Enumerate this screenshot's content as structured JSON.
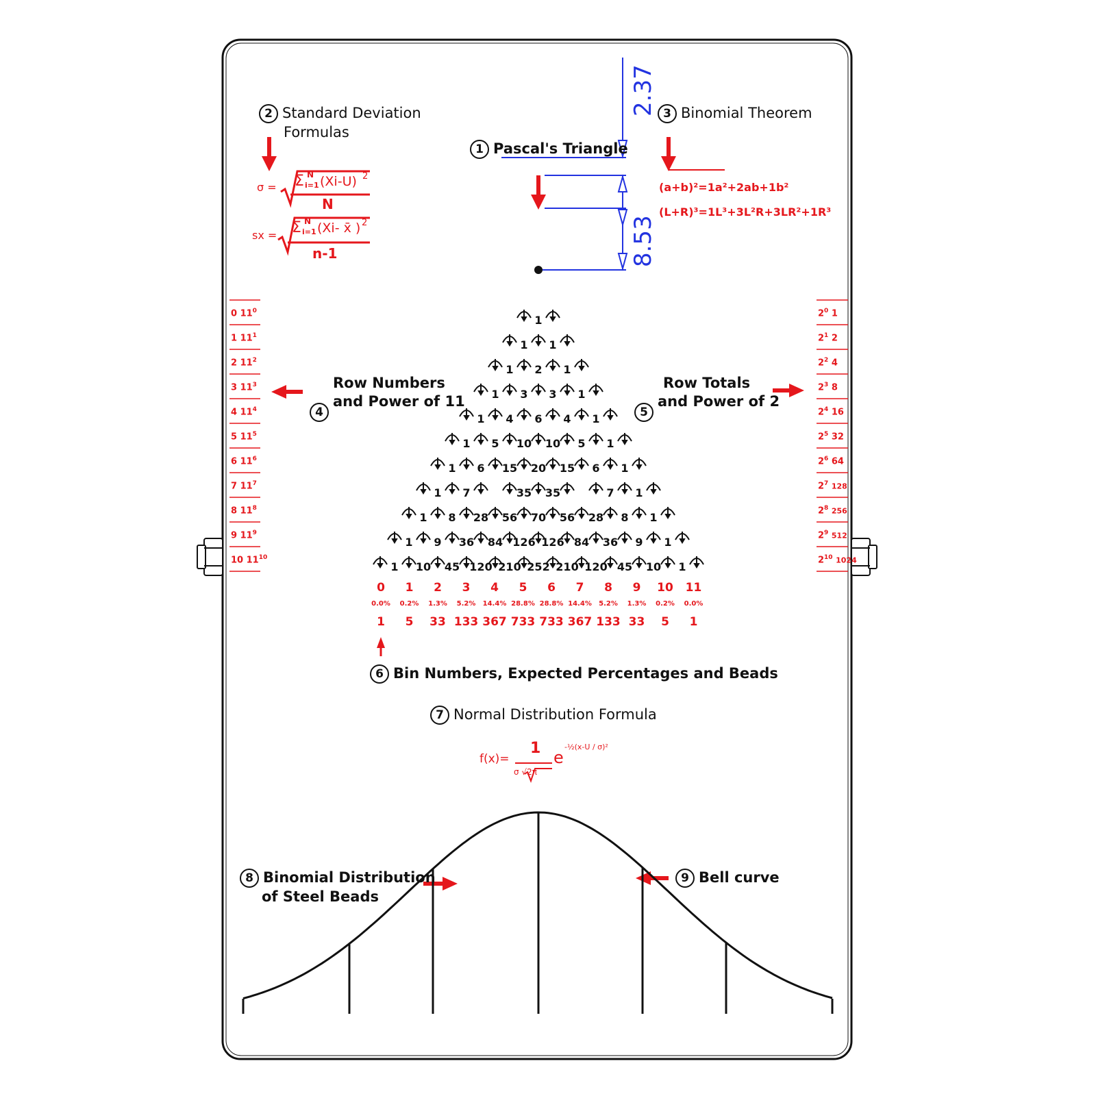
{
  "labels": {
    "pascal": {
      "num": "1",
      "text": "Pascal's Triangle"
    },
    "std_dev": {
      "num": "2",
      "line1": "Standard Deviation",
      "line2": "Formulas"
    },
    "binomial_theorem": {
      "num": "3",
      "text": "Binomial Theorem"
    },
    "row_numbers": {
      "num": "4",
      "line1": "Row Numbers",
      "line2": "and Power of 11"
    },
    "row_totals": {
      "num": "5",
      "line1": "Row Totals",
      "line2": "and Power of 2"
    },
    "bins": {
      "num": "6",
      "text": "Bin Numbers, Expected Percentages and Beads"
    },
    "normal": {
      "num": "7",
      "text": "Normal Distribution Formula"
    },
    "binomial_dist": {
      "num": "8",
      "line1": "Binomial Distribution",
      "line2": "of Steel Beads"
    },
    "bell": {
      "num": "9",
      "text": "Bell curve"
    }
  },
  "dimensions": {
    "top": "2.37",
    "side": "8.53"
  },
  "formulas": {
    "sigma_lhs": "σ =",
    "sigma_num": "Σ",
    "sigma_sup": "N",
    "sigma_sub": "i=1",
    "sigma_body": "(Xi-U)",
    "sigma_exp": "2",
    "sigma_den": "N",
    "sx_lhs": "sx =",
    "sx_body": "(Xi- x̄ )",
    "sx_den": "n-1",
    "binom1": "(a+b)²=1a²+2ab+1b²",
    "binom2": "(L+R)³=1L³+3L²R+3LR²+1R³",
    "normal_lhs": "f(x)=",
    "normal_num": "1",
    "normal_den": "σ √2π",
    "normal_exp": "e",
    "normal_power": "-½(x-U / σ)²"
  },
  "row_numbers": [
    {
      "n": "0",
      "pow": "11",
      "exp": "0"
    },
    {
      "n": "1",
      "pow": "11",
      "exp": "1"
    },
    {
      "n": "2",
      "pow": "11",
      "exp": "2"
    },
    {
      "n": "3",
      "pow": "11",
      "exp": "3"
    },
    {
      "n": "4",
      "pow": "11",
      "exp": "4"
    },
    {
      "n": "5",
      "pow": "11",
      "exp": "5"
    },
    {
      "n": "6",
      "pow": "11",
      "exp": "6"
    },
    {
      "n": "7",
      "pow": "11",
      "exp": "7"
    },
    {
      "n": "8",
      "pow": "11",
      "exp": "8"
    },
    {
      "n": "9",
      "pow": "11",
      "exp": "9"
    },
    {
      "n": "10",
      "pow": "11",
      "exp": "10"
    }
  ],
  "row_totals": [
    {
      "base": "2",
      "exp": "0",
      "total": "1"
    },
    {
      "base": "2",
      "exp": "1",
      "total": "2"
    },
    {
      "base": "2",
      "exp": "2",
      "total": "4"
    },
    {
      "base": "2",
      "exp": "3",
      "total": "8"
    },
    {
      "base": "2",
      "exp": "4",
      "total": "16"
    },
    {
      "base": "2",
      "exp": "5",
      "total": "32"
    },
    {
      "base": "2",
      "exp": "6",
      "total": "64"
    },
    {
      "base": "2",
      "exp": "7",
      "total": "128"
    },
    {
      "base": "2",
      "exp": "8",
      "total": "256"
    },
    {
      "base": "2",
      "exp": "9",
      "total": "512"
    },
    {
      "base": "2",
      "exp": "10",
      "total": "1024"
    }
  ],
  "pascal_rows": [
    [
      "1"
    ],
    [
      "1",
      "1"
    ],
    [
      "1",
      "2",
      "1"
    ],
    [
      "1",
      "3",
      "3",
      "1"
    ],
    [
      "1",
      "4",
      "6",
      "4",
      "1"
    ],
    [
      "1",
      "5",
      "10",
      "10",
      "5",
      "1"
    ],
    [
      "1",
      "6",
      "15",
      "20",
      "15",
      "6",
      "1"
    ],
    [
      "1",
      "7",
      "",
      "35",
      "35",
      "",
      "7",
      "1"
    ],
    [
      "1",
      "8",
      "28",
      "56",
      "70",
      "56",
      "28",
      "8",
      "1"
    ],
    [
      "1",
      "9",
      "36",
      "84",
      "126",
      "126",
      "84",
      "36",
      "9",
      "1"
    ],
    [
      "1",
      "10",
      "45",
      "120",
      "210",
      "252",
      "210",
      "120",
      "45",
      "10",
      "1"
    ]
  ],
  "bins": {
    "numbers": [
      "0",
      "1",
      "2",
      "3",
      "4",
      "5",
      "6",
      "7",
      "8",
      "9",
      "10",
      "11"
    ],
    "percentages": [
      "0.0%",
      "0.2%",
      "1.3%",
      "5.2%",
      "14.4%",
      "28.8%",
      "28.8%",
      "14.4%",
      "5.2%",
      "1.3%",
      "0.2%",
      "0.0%"
    ],
    "beads": [
      "1",
      "5",
      "33",
      "133",
      "367",
      "733",
      "733",
      "367",
      "133",
      "33",
      "5",
      "1"
    ]
  },
  "colors": {
    "red": "#e5171c",
    "blue": "#2233e0",
    "ink": "#111111"
  }
}
